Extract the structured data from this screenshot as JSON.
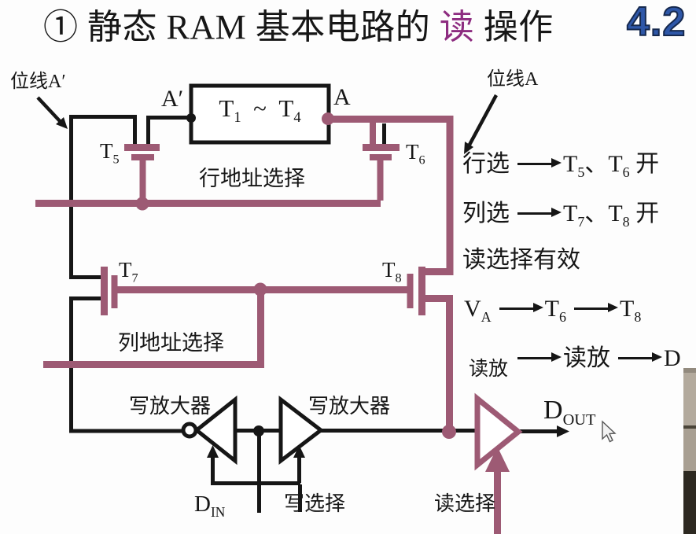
{
  "colors": {
    "ink": "#161616",
    "maroon": "#9d5a74",
    "accent": "#8d2c80",
    "blue": "#2e57a8",
    "strip_edge": "#928a7e",
    "strip_light": "#b3aa9d",
    "strip_mid": "#a89f92",
    "strip_dark": "#2d2921"
  },
  "header": {
    "title": {
      "segs": [
        {
          "t": "① 静态 RAM 基本电路的 "
        },
        {
          "t": "读",
          "cls": "accent"
        },
        {
          "t": " 操作"
        }
      ]
    },
    "section_number": "4.2"
  },
  "diagram": {
    "bitline_a_prime": "位线A′",
    "bitline_a": "位线A",
    "node_a_prime": "A′",
    "node_a": "A",
    "cell_box": {
      "segs": [
        {
          "t": "T"
        },
        {
          "t": "1",
          "sub": true
        },
        {
          "t": "  ~  T"
        },
        {
          "t": "4",
          "sub": true
        }
      ]
    },
    "t5": {
      "segs": [
        {
          "t": "T"
        },
        {
          "t": "5",
          "sub": true
        }
      ]
    },
    "t6": {
      "segs": [
        {
          "t": "T"
        },
        {
          "t": "6",
          "sub": true
        }
      ]
    },
    "t7": {
      "segs": [
        {
          "t": "T"
        },
        {
          "t": "7",
          "sub": true
        }
      ]
    },
    "t8": {
      "segs": [
        {
          "t": "T"
        },
        {
          "t": "8",
          "sub": true
        }
      ]
    },
    "row_address_select": "行地址选择",
    "col_address_select": "列地址选择",
    "write_amp_left": "写放大器",
    "write_amp_right": "写放大器",
    "read_amp": "读放",
    "d_in": {
      "segs": [
        {
          "t": "D"
        },
        {
          "t": "IN",
          "sub": true
        }
      ]
    },
    "d_out": {
      "segs": [
        {
          "t": "D"
        },
        {
          "t": "OUT",
          "sub": true
        }
      ]
    },
    "write_select": "写选择",
    "read_select": "读选择"
  },
  "notes": {
    "line1": {
      "segs": [
        {
          "t": "行选"
        },
        {
          "arrow": true
        },
        {
          "t": "T"
        },
        {
          "t": "5",
          "sub": true
        },
        {
          "t": "、T"
        },
        {
          "t": "6",
          "sub": true
        },
        {
          "t": " 开"
        }
      ]
    },
    "line2": {
      "segs": [
        {
          "t": "列选"
        },
        {
          "arrow": true
        },
        {
          "t": "T"
        },
        {
          "t": "7",
          "sub": true
        },
        {
          "t": "、T"
        },
        {
          "t": "8",
          "sub": true
        },
        {
          "t": " 开"
        }
      ]
    },
    "line3": {
      "segs": [
        {
          "t": "读选择有效"
        }
      ]
    },
    "line4": {
      "segs": [
        {
          "t": "V"
        },
        {
          "t": "A",
          "sub": true
        },
        {
          "arrow": true
        },
        {
          "t": "T"
        },
        {
          "t": "6",
          "sub": true
        },
        {
          "arrow": true
        },
        {
          "t": "T"
        },
        {
          "t": "8",
          "sub": true
        }
      ]
    },
    "line5": {
      "segs": [
        {
          "arrow": true
        },
        {
          "t": "读放"
        },
        {
          "arrow": true
        },
        {
          "t": "D"
        }
      ]
    }
  }
}
